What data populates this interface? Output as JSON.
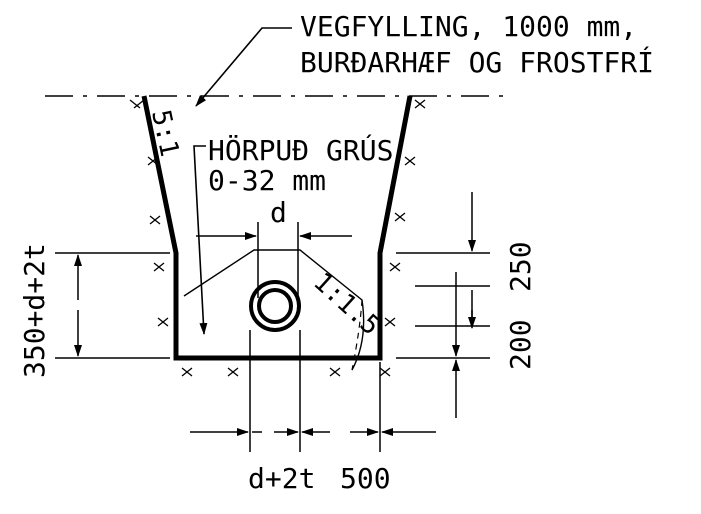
{
  "labels": {
    "fill_line1": "VEGFYLLING, 1000 mm,",
    "fill_line2": "BURÐARHÆF OG FROSTFRÍ",
    "gravel_line1": "HÖRPUÐ GRÚS",
    "gravel_line2": "0-32 mm",
    "slope_wall": "5:1",
    "slope_bed": "1:1.5",
    "dim_d": "d",
    "dim_height": "350+d+2t",
    "dim_250": "250",
    "dim_200": "200",
    "dim_pipe_width": "d+2t",
    "dim_500": "500"
  },
  "colors": {
    "line": "#000000",
    "background": "#ffffff"
  }
}
